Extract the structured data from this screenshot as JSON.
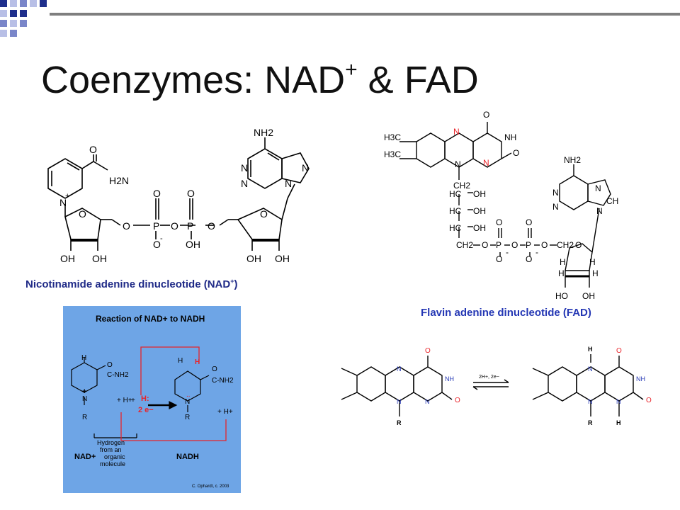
{
  "slide": {
    "title_main": "Coenzymes: NAD",
    "title_sup": "+",
    "title_rest": " & FAD",
    "accent_colors": [
      "#1f2f8c",
      "#7a86c9",
      "#b8bfe6"
    ]
  },
  "nad": {
    "caption_main": "Nicotinamide adenine dinucleotide (NAD",
    "caption_sup": "+",
    "caption_end": ")",
    "labels": {
      "o": "O",
      "h2n": "H2N",
      "nh2": "NH2",
      "n": "N",
      "plus": "+",
      "p": "P",
      "minus": "-",
      "oh": "OH"
    }
  },
  "fad": {
    "caption": "Flavin adenine dinucleotide (FAD)",
    "labels": {
      "h3c": "H3C",
      "n": "N",
      "nh": "NH",
      "o": "O",
      "ch2": "CH2",
      "hc": "HC",
      "oh": "OH",
      "p": "P",
      "minus": "-",
      "nh2": "NH2",
      "ch": "CH",
      "h": "H",
      "ho": "HO"
    }
  },
  "reaction": {
    "title": "Reaction of NAD+  to  NADH",
    "h": "H",
    "c_nh2": "C-NH2",
    "o": "O",
    "n": "N",
    "r": "R",
    "plus": "+",
    "h_plus": "+ H+",
    "plus_sign": "+",
    "hydride": "H:",
    "two_e": "2 e−",
    "dots": "..",
    "left_name": "NAD+",
    "right_name": "NADH",
    "note": [
      "Hydrogen",
      "from an",
      "organic",
      "molecule"
    ],
    "credit": "C. Ophardt, c. 2003",
    "colors": {
      "panel": "#6ea5e6",
      "red": "#e8242a"
    }
  },
  "flavin_reduction": {
    "condition": "2H+, 2e−",
    "labels": {
      "n": "N",
      "nh": "NH",
      "o": "O",
      "r": "R",
      "h": "H"
    }
  }
}
